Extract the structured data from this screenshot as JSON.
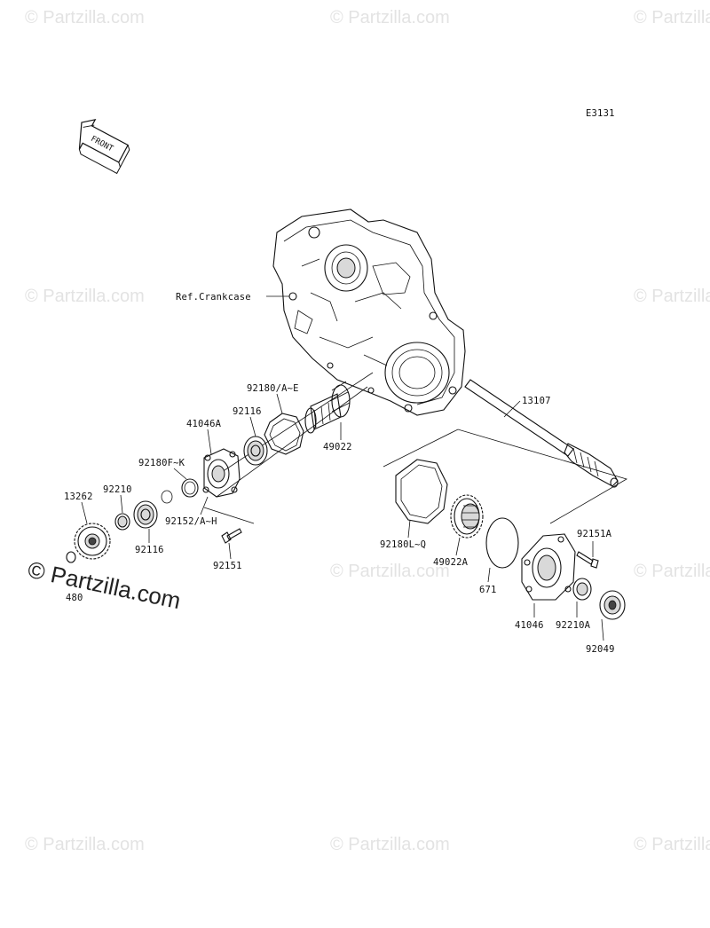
{
  "diagram_code": "E3131",
  "front_indicator": "FRONT",
  "reference_label": "Ref.Crankcase",
  "watermark": "© Partzilla.com",
  "watermark_prominent": "© Partzilla.com",
  "parts": {
    "p13107": "13107",
    "p92180ae": "92180/A~E",
    "p92116_upper": "92116",
    "p41046a": "41046A",
    "p49022": "49022",
    "p92180fk": "92180F~K",
    "p92210": "92210",
    "p13262": "13262",
    "p92152ah": "92152/A~H",
    "p92116_lower": "92116",
    "p92151": "92151",
    "p480": "480",
    "p92180lq": "92180L~Q",
    "p49022a": "49022A",
    "p671": "671",
    "p92151a": "92151A",
    "p41046": "41046",
    "p92210a": "92210A",
    "p92049": "92049"
  }
}
